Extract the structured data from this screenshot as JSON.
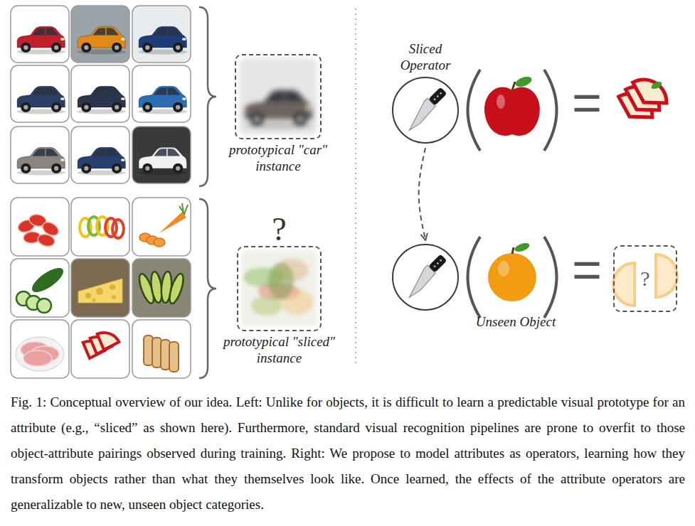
{
  "diagram": {
    "caption": "Fig. 1: Conceptual overview of our idea. Left: Unlike for objects, it is difficult to learn a predictable visual prototype for an attribute (e.g., “sliced” as shown here). Furthermore, standard visual recognition pipelines are prone to overfit to those object-attribute pairings observed during training. Right: We propose to model attributes as operators, learning how they transform objects rather than what they themselves look like. Once learned, the effects of the attribute operators are generalizable to new, unseen object categories.",
    "nodes": [
      {
        "text": [
          "prototypical \"car\" instance"
        ]
      },
      {
        "text": [
          "?",
          "prototypical \"sliced\" instance"
        ]
      },
      {
        "text": [
          "Sliced Operator"
        ]
      },
      {
        "text": []
      },
      {
        "text": [
          "?"
        ]
      }
    ],
    "edges": [
      {
        "from": 2,
        "to": 3,
        "arrow": "to"
      }
    ],
    "labels": [
      "=",
      "=",
      "Unseen Object"
    ]
  }
}
